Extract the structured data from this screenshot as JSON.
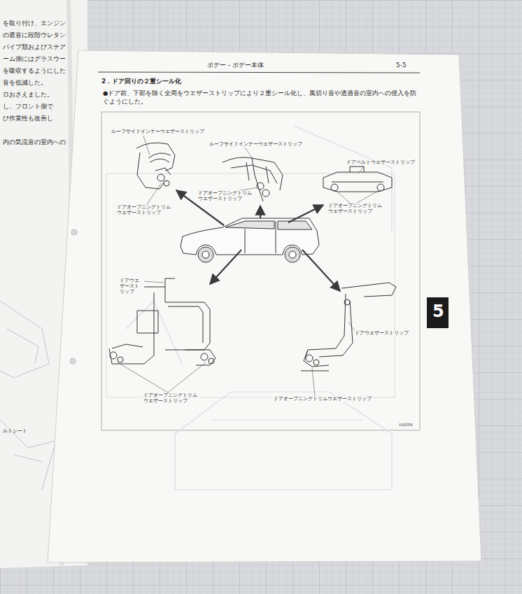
{
  "diagram": {
    "title": "2．ドア回りの２重シール化",
    "labels": [
      "ボデー－ボデー本体",
      "5-5",
      "●ドア前、下部を除く全周をウエザーストリップにより２重シール化し、風切り音や透過音の室内への侵入を防ぐようにした。",
      "ルーフサイドインナーウエザーストリップ",
      "ルーフサイドインナーウエザーストリップ",
      "ドアオープニングトリム ウエザーストリップ",
      "ドアオープニングトリム ウエザーストリップ",
      "ドアベルトウエザーストリップ",
      "ドアオープニングトリム ウエザーストリップ",
      "ドアウエザーストリップ",
      "ドアオープニングトリム ウエザーストリップ",
      "ドアウエザーストリップ",
      "ドアオープニングトリムウエザーストリップ",
      "V10558",
      "5",
      "を取り付け、エンジン",
      "の遮音に段階ウレタン",
      "パイプ類およびステア",
      "ーム側にはグラスウー",
      "を吸収するようにした",
      "音を低減した。",
      "ロおさえました。",
      "し、フロント側で",
      "び作業性も改善し",
      "内の気流音の室内への",
      "ルトシート"
    ]
  }
}
